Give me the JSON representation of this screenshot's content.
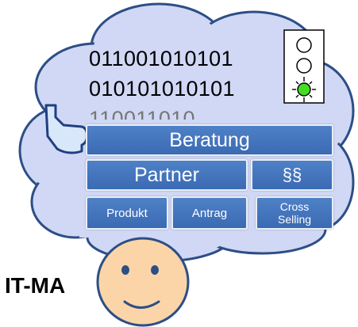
{
  "binary": {
    "line1": "011001010101",
    "line2": "010101010101",
    "line3": "110011010"
  },
  "blocks": {
    "beratung": "Beratung",
    "partner": "Partner",
    "paragraph": "§§",
    "produkt": "Produkt",
    "antrag": "Antrag",
    "cross_selling": "Cross Selling"
  },
  "person": {
    "label": "IT-MA"
  },
  "traffic_light": {
    "active": "green",
    "colors": {
      "green": "#44dd22"
    }
  },
  "colors": {
    "cloud_fill": "#d0d8f5",
    "block_blue": "#4a7bc4",
    "face_fill": "#fbd5a8",
    "face_stroke": "#2d4e86"
  }
}
